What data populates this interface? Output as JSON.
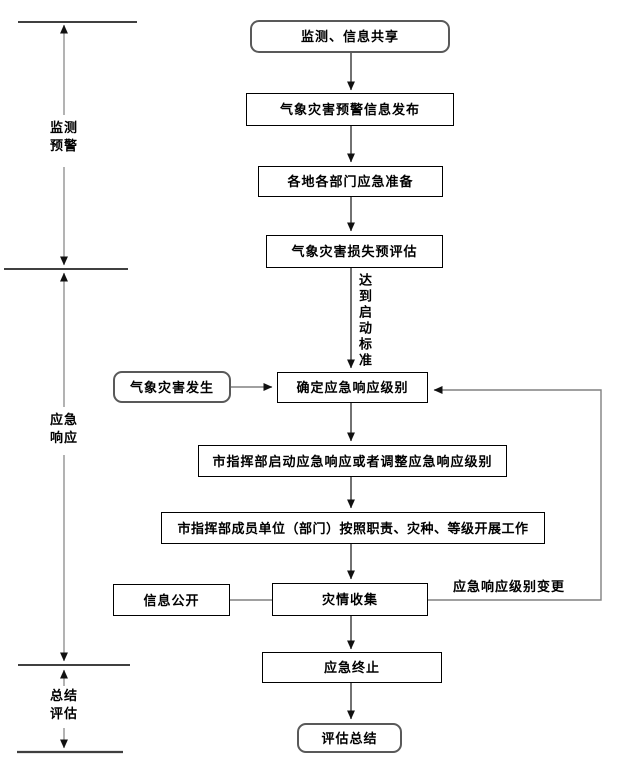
{
  "phases": {
    "monitoring_warning": "监测\n预警",
    "emergency_response": "应急\n响应",
    "summary_evaluation": "总结\n评估"
  },
  "nodes": {
    "monitor_info_sharing": "监测、信息共享",
    "warning_info_release": "气象灾害预警信息发布",
    "dept_emergency_preparation": "各地各部门应急准备",
    "loss_preassessment": "气象灾害损失预评估",
    "disaster_occurrence": "气象灾害发生",
    "determine_response_level": "确定应急响应级别",
    "start_or_adjust_response": "市指挥部启动应急响应或者调整应急响应级别",
    "members_carry_out_work": "市指挥部成员单位（部门）按照职责、灾种、等级开展工作",
    "info_disclosure": "信息公开",
    "disaster_info_collection": "灾情收集",
    "emergency_termination": "应急终止",
    "evaluation_summary": "评估总结"
  },
  "edge_labels": {
    "reach_start_criteria": "达到启动标准",
    "response_level_change": "应急响应级别变更"
  },
  "colors": {
    "bg": "#ffffff",
    "text": "#000000",
    "rect_border": "#000000",
    "round_border": "#595959",
    "flow_line": "#262626",
    "side_line": "#808080",
    "arrowhead": "#111111",
    "tick_line": "#000000"
  }
}
